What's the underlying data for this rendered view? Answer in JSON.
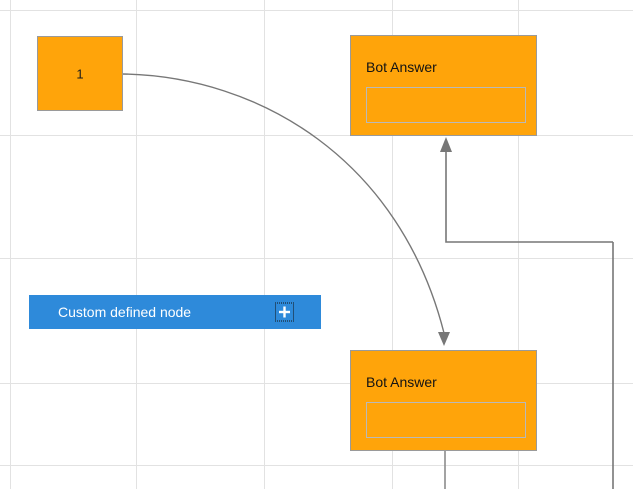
{
  "canvas": {
    "background_color": "#ffffff",
    "grid_color": "#e2e2e2",
    "grid": {
      "vertical_x": [
        10,
        136,
        264,
        392,
        518
      ],
      "horizontal_y": [
        10,
        135,
        258,
        383,
        465
      ]
    }
  },
  "palette": {
    "custom_node": {
      "label": "Custom defined node",
      "background_color": "#2e8ada",
      "text_color": "#ffffff",
      "add_icon": "plus-icon"
    }
  },
  "nodes": [
    {
      "id": "node-1",
      "label": "1",
      "shape": "rectangle",
      "fill_color": "#ffa40a",
      "border_color": "#9a9a9a"
    },
    {
      "id": "bot-answer-top",
      "title": "Bot Answer",
      "shape": "rectangle",
      "fill_color": "#ffa40a",
      "border_color": "#9a9a9a",
      "slot_value": "",
      "slot_border_color": "#b9b9b9"
    },
    {
      "id": "bot-answer-bottom",
      "title": "Bot Answer",
      "shape": "rectangle",
      "fill_color": "#ffa40a",
      "border_color": "#9a9a9a",
      "slot_value": "",
      "slot_border_color": "#b9b9b9"
    }
  ],
  "connectors": [
    {
      "id": "edge-node1-to-bot-bottom",
      "style": "curved",
      "color": "#777777",
      "from": "node-1",
      "to": "bot-answer-bottom",
      "arrow": "down"
    },
    {
      "id": "edge-loop-to-bot-top",
      "style": "orthogonal",
      "color": "#777777",
      "to": "bot-answer-top",
      "arrow": "up"
    },
    {
      "id": "edge-bot-bottom-out",
      "style": "straight",
      "color": "#8c8c8c",
      "from": "bot-answer-bottom",
      "arrow": "none"
    }
  ]
}
